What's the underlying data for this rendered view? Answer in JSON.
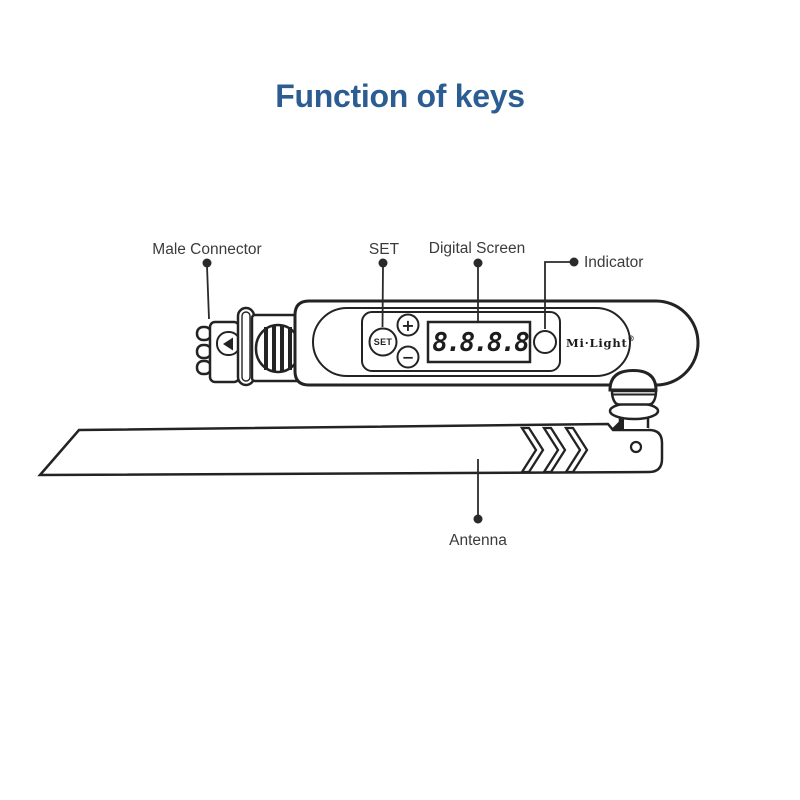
{
  "title": "Function of keys",
  "callouts": {
    "male_connector": "Male Connector",
    "set": "SET",
    "digital_screen": "Digital Screen",
    "indicator": "Indicator",
    "antenna": "Antenna"
  },
  "device": {
    "set_button_label": "SET",
    "plus_button_label": "+",
    "minus_button_label": "−",
    "screen_value": "8.8.8.8",
    "brand": "Mi·Light",
    "brand_registered_mark": "®"
  },
  "colors": {
    "title_blue": "#2c5d92",
    "diagram_line": "#232323",
    "label_text": "#3b3b3b"
  }
}
